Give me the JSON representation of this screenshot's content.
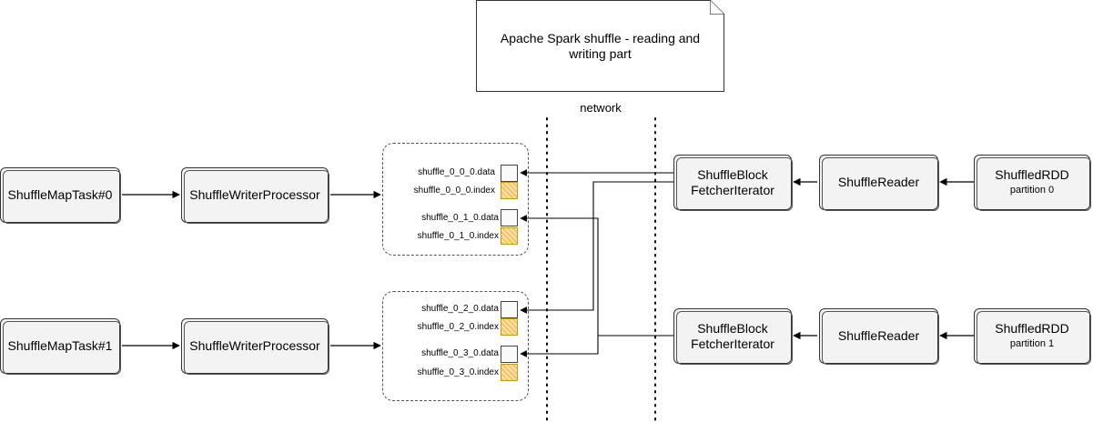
{
  "note": {
    "title": "Apache Spark shuffle - reading and writing part"
  },
  "network": {
    "label": "network"
  },
  "writers": [
    {
      "task": "ShuffleMapTask#0",
      "processor": "ShuffleWriterProcessor"
    },
    {
      "task": "ShuffleMapTask#1",
      "processor": "ShuffleWriterProcessor"
    }
  ],
  "files": [
    {
      "data": "shuffle_0_0_0.data",
      "index": "shuffle_0_0_0.index"
    },
    {
      "data": "shuffle_0_1_0.data",
      "index": "shuffle_0_1_0.index"
    },
    {
      "data": "shuffle_0_2_0.data",
      "index": "shuffle_0_2_0.index"
    },
    {
      "data": "shuffle_0_3_0.data",
      "index": "shuffle_0_3_0.index"
    }
  ],
  "readers": [
    {
      "fetcher_line1": "ShuffleBlock",
      "fetcher_line2": "FetcherIterator",
      "reader": "ShuffleReader",
      "rdd": "ShuffledRDD",
      "partition": "partition 0"
    },
    {
      "fetcher_line1": "ShuffleBlock",
      "fetcher_line2": "FetcherIterator",
      "reader": "ShuffleReader",
      "rdd": "ShuffledRDD",
      "partition": "partition 1"
    }
  ],
  "colors": {
    "stroke": "#333333",
    "box_fill": "#f3f3f3",
    "index_file": "#f2c46a"
  },
  "icons": {
    "note": "folded-note-icon",
    "file_data": "data-file-square",
    "file_index": "index-file-square"
  }
}
